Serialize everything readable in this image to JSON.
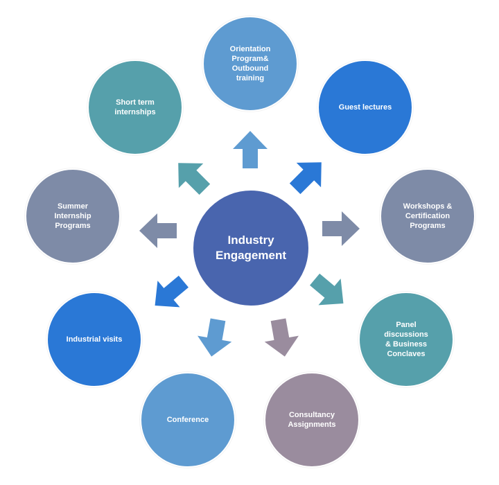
{
  "center": {
    "label": "Industry\nEngagement",
    "color": "#4965AE"
  },
  "nodes": [
    {
      "id": "orientation",
      "label": "Orientation\nProgram&\nOutbound\ntraining",
      "color": "#5E9BD1",
      "arrow_color": "#5E9BD1"
    },
    {
      "id": "guest-lectures",
      "label": "Guest lectures",
      "color": "#2A78D6",
      "arrow_color": "#2A78D6"
    },
    {
      "id": "workshops",
      "label": "Workshops &\nCertification\nPrograms",
      "color": "#7E8BA7",
      "arrow_color": "#7E8BA7"
    },
    {
      "id": "panel-discussions",
      "label": "Panel discussions\n& Business\nConclaves",
      "color": "#56A0AB",
      "arrow_color": "#56A0AB"
    },
    {
      "id": "consultancy",
      "label": "Consultancy\nAssignments",
      "color": "#9A8C9E",
      "arrow_color": "#9A8C9E"
    },
    {
      "id": "conference",
      "label": "Conference",
      "color": "#5E9BD1",
      "arrow_color": "#5E9BD1"
    },
    {
      "id": "industrial-visits",
      "label": "Industrial visits",
      "color": "#2A78D6",
      "arrow_color": "#2A78D6"
    },
    {
      "id": "summer-internship",
      "label": "Summer\nInternship\nPrograms",
      "color": "#7E8BA7",
      "arrow_color": "#7E8BA7"
    },
    {
      "id": "short-term-internships",
      "label": "Short term\ninternships",
      "color": "#56A0AB",
      "arrow_color": "#56A0AB"
    }
  ]
}
